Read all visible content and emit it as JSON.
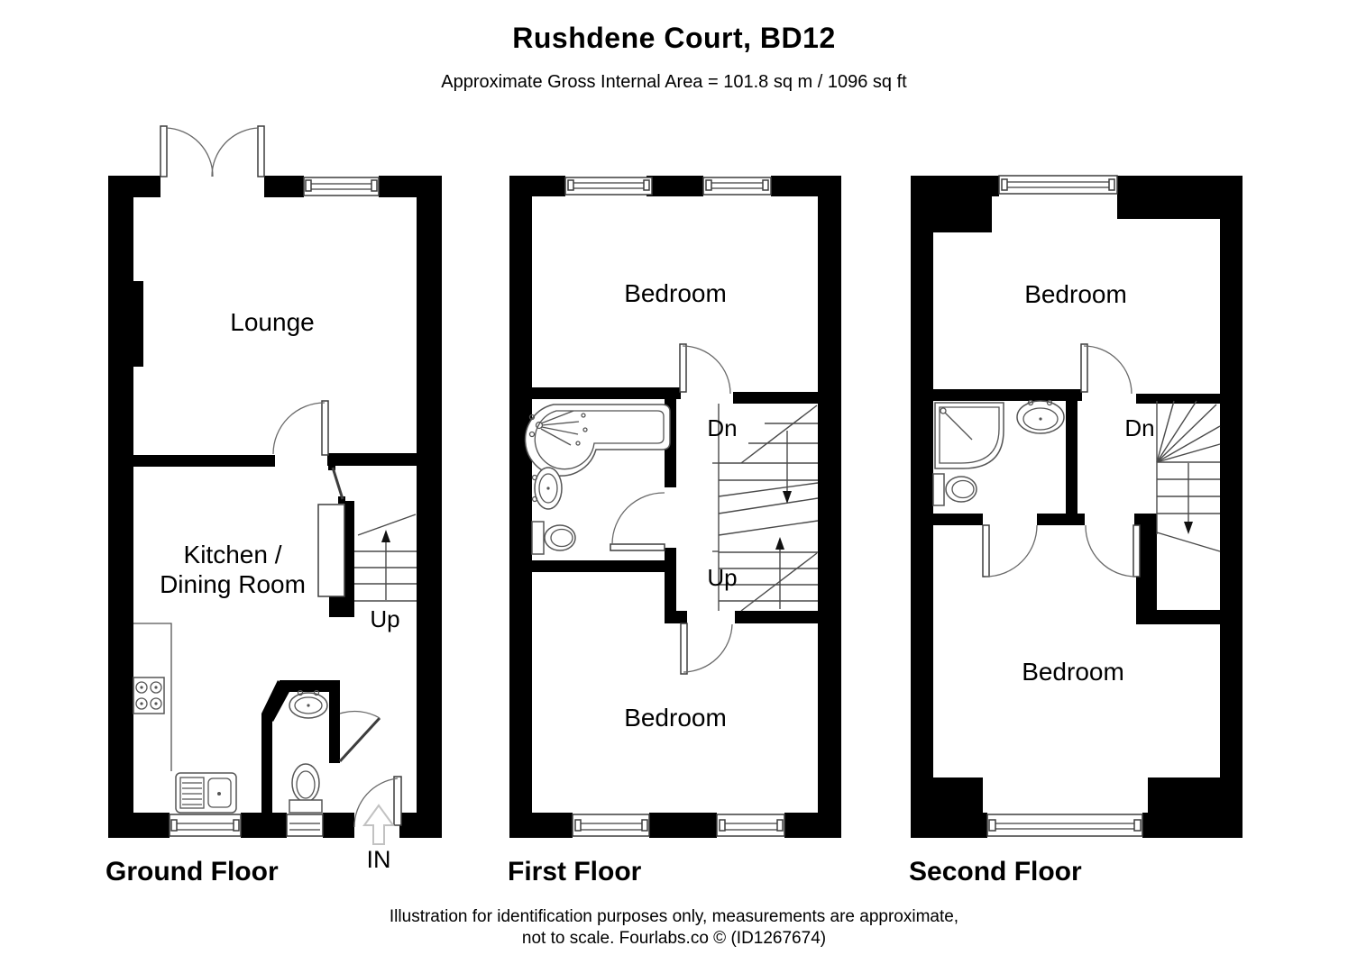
{
  "header": {
    "title": "Rushdene Court, BD12",
    "subtitle": "Approximate Gross Internal Area = 101.8 sq m / 1096 sq ft"
  },
  "floors": {
    "ground": {
      "label": "Ground Floor",
      "lounge": "Lounge",
      "kitchen_line1": "Kitchen /",
      "kitchen_line2": "Dining Room",
      "stair_up": "Up",
      "entrance": "IN"
    },
    "first": {
      "label": "First Floor",
      "bedroom_front": "Bedroom",
      "bedroom_back": "Bedroom",
      "stair_dn": "Dn",
      "stair_up": "Up"
    },
    "second": {
      "label": "Second Floor",
      "bedroom_front": "Bedroom",
      "bedroom_back": "Bedroom",
      "stair_dn": "Dn"
    }
  },
  "footer": {
    "line1": "Illustration for identification purposes only, measurements are approximate,",
    "line2": "not to scale. Fourlabs.co © (ID1267674)"
  },
  "colors": {
    "wall": "#000000",
    "fixture_line": "#555555",
    "detail_line": "#3d3d3d",
    "in_arrow": "#c2c2c2",
    "background": "#ffffff"
  }
}
